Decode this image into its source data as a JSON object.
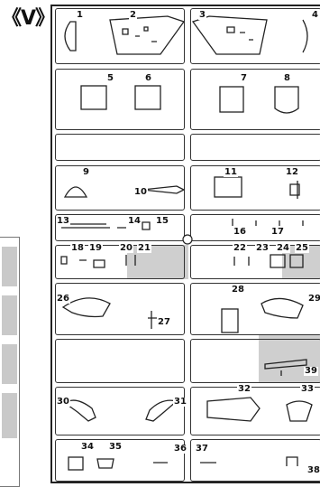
{
  "sheet": {
    "title": "《V》"
  },
  "part_numbers": [
    "1",
    "2",
    "3",
    "4",
    "5",
    "6",
    "7",
    "8",
    "9",
    "10",
    "11",
    "12",
    "13",
    "14",
    "15",
    "16",
    "17",
    "22",
    "23",
    "24",
    "25",
    "18",
    "19",
    "20",
    "21",
    "26",
    "27",
    "28",
    "29",
    "39",
    "30",
    "31",
    "32",
    "33",
    "34",
    "35",
    "36",
    "37",
    "38"
  ],
  "colors": {
    "frame": "#222222",
    "cell_border": "#333333",
    "shaded_area": "#cfcfcf",
    "strip_cell": "#c9c9c9"
  }
}
